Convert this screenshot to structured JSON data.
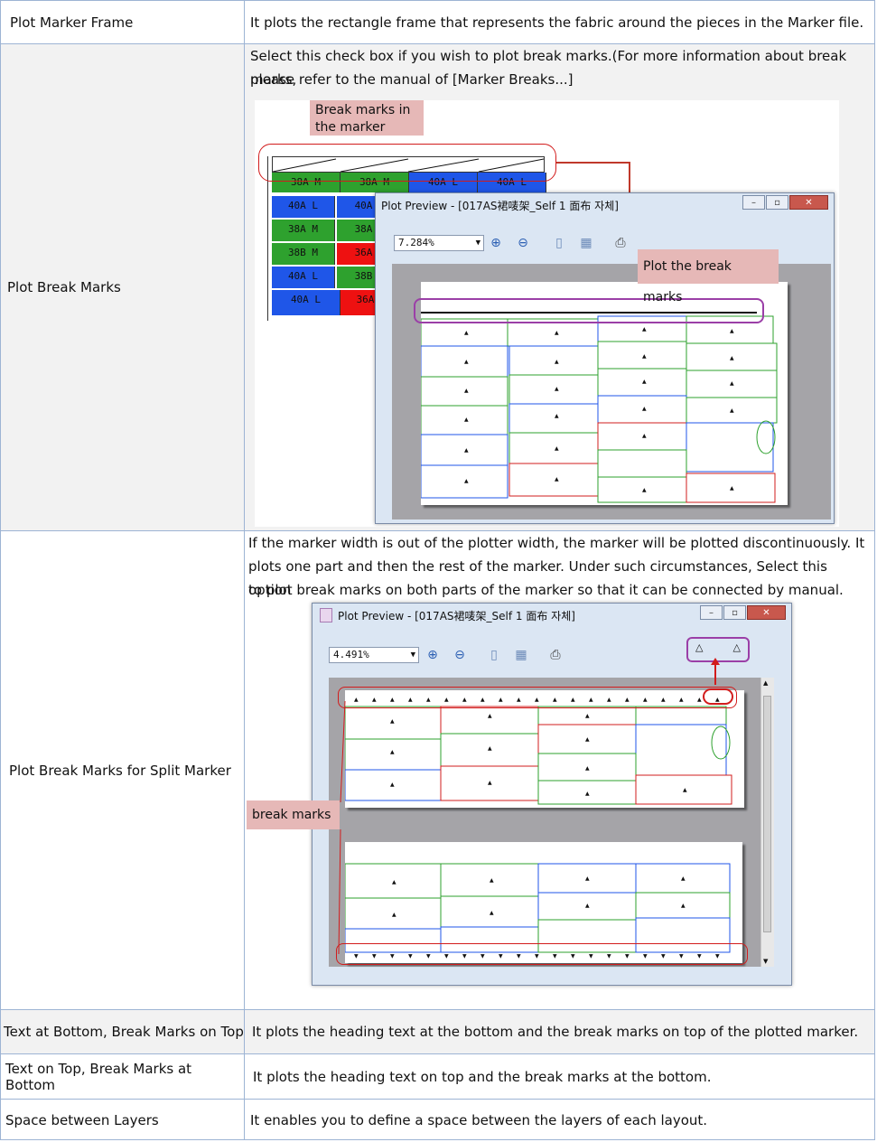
{
  "rows": [
    {
      "label": "Plot Marker Frame",
      "text": "It plots the rectangle frame that represents the fabric around the pieces in the Marker file."
    },
    {
      "label": "Plot Break Marks",
      "text_line1": " Select this check box if you wish to plot break marks.(For more information about break marks,",
      "text_line2": "please refer to the manual of [Marker Breaks...]"
    },
    {
      "label": "Plot Break Marks for Split Marker",
      "text_line1": "If the marker width is out of the plotter width, the marker will be plotted discontinuously. It",
      "text_line2": "plots one part and then the rest of the marker. Under such circumstances, Select this option",
      "text_line3": "to plot break marks on both parts of the marker so that it can be connected by manual."
    },
    {
      "label": "Text at Bottom, Break Marks on Top",
      "text": "It plots the heading text at the bottom and the break marks on top of the plotted marker."
    },
    {
      "label": "Text on Top, Break Marks at Bottom",
      "text": "It plots the heading text on top and the break marks at the bottom."
    },
    {
      "label": "Space between Layers",
      "text": " It enables you to define a space between the layers of each layout."
    }
  ],
  "figure1": {
    "callout_marker_line1": "Break marks in",
    "callout_marker_line2": "the marker",
    "callout_plot": "Plot the break marks",
    "window_title": "Plot Preview - [017AS裙唛架_Self 1 面布 자체]",
    "zoom": "7.284%",
    "marker_cells": [
      "38A M",
      "38A M",
      "40A L",
      "40A L",
      "40A L",
      "40A",
      "38A M",
      "38A",
      "38B M",
      "36A",
      "40A L",
      "38B",
      "40A L",
      "36A"
    ]
  },
  "figure2": {
    "window_title": "Plot Preview - [017AS裙唛架_Self 1 面布 자체]",
    "zoom": "4.491%",
    "callout_break": "break marks"
  }
}
